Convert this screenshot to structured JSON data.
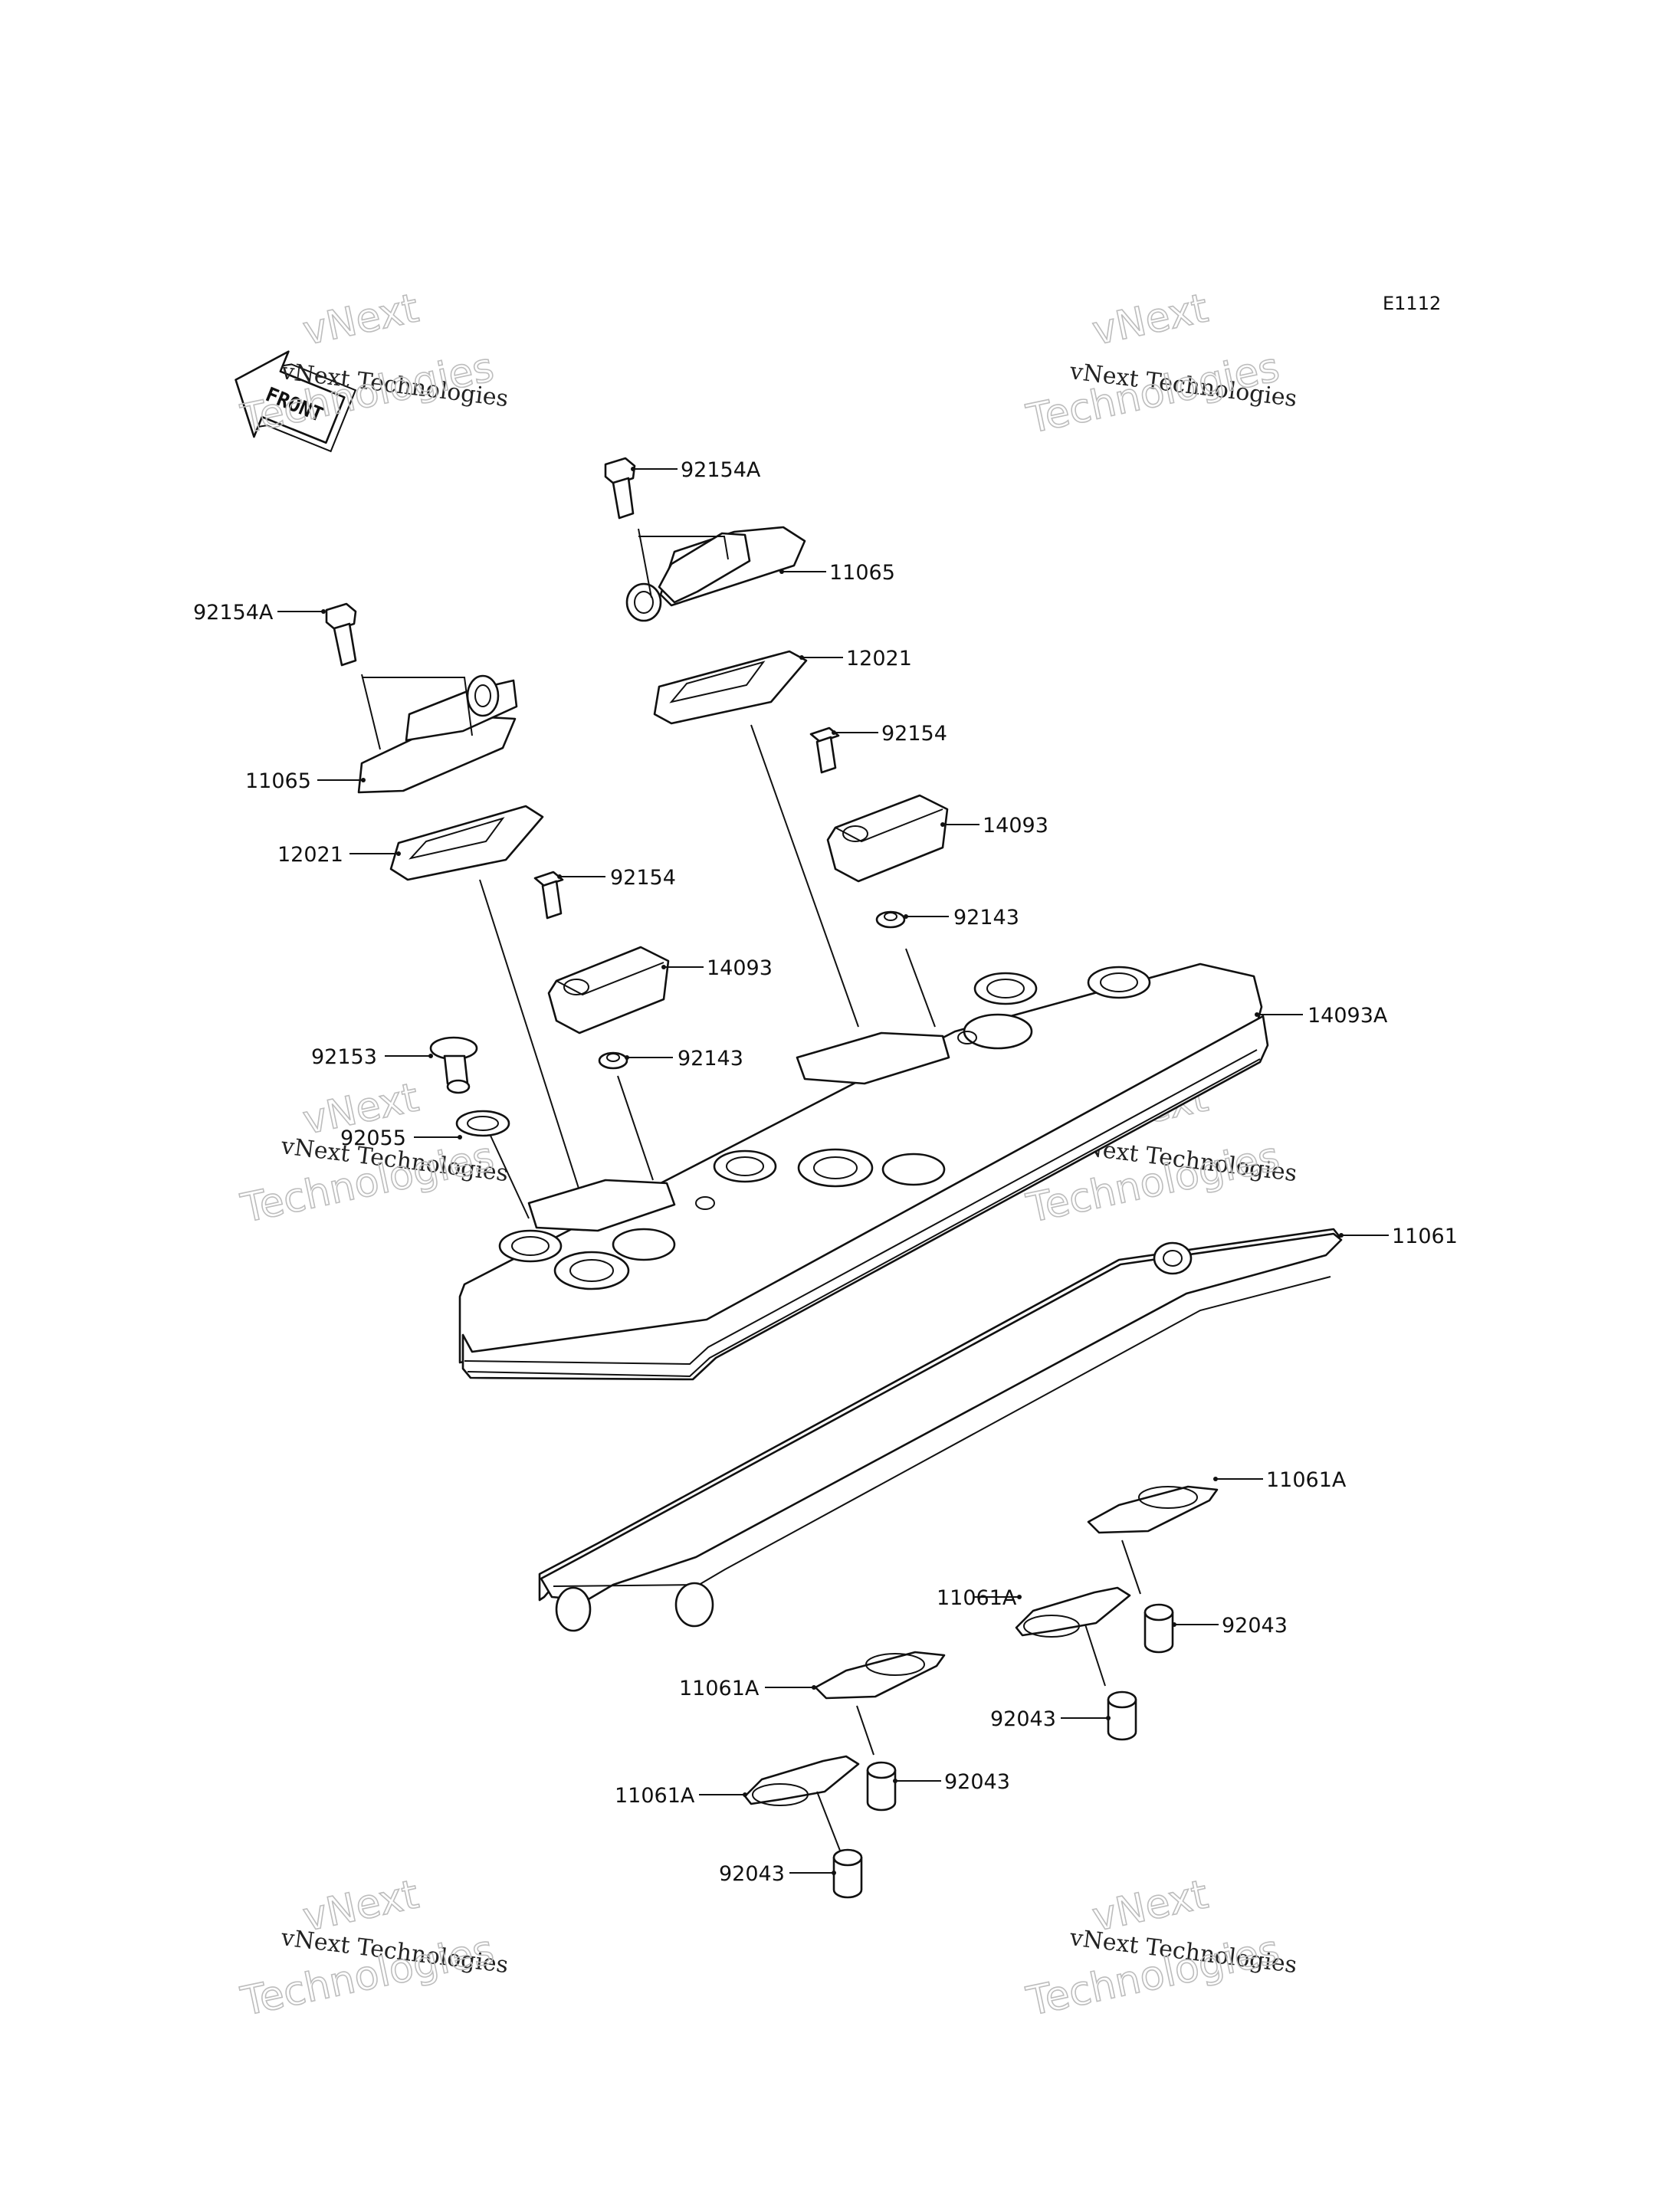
{
  "diagram_code": "E1112",
  "front_marker": "FRONT",
  "watermark": {
    "line1": "vNext",
    "line2": "vNext Technologies",
    "line3": "Technologies"
  },
  "labels": [
    {
      "id": "92154A-top",
      "text": "92154A"
    },
    {
      "id": "11065-top",
      "text": "11065"
    },
    {
      "id": "12021-top",
      "text": "12021"
    },
    {
      "id": "92154-top",
      "text": "92154"
    },
    {
      "id": "14093-top",
      "text": "14093"
    },
    {
      "id": "92143-top",
      "text": "92143"
    },
    {
      "id": "14093A",
      "text": "14093A"
    },
    {
      "id": "92154A-left",
      "text": "92154A"
    },
    {
      "id": "11065-left",
      "text": "11065"
    },
    {
      "id": "12021-left",
      "text": "12021"
    },
    {
      "id": "92154-left",
      "text": "92154"
    },
    {
      "id": "14093-left",
      "text": "14093"
    },
    {
      "id": "92153",
      "text": "92153"
    },
    {
      "id": "92143-left",
      "text": "92143"
    },
    {
      "id": "92055",
      "text": "92055"
    },
    {
      "id": "11061",
      "text": "11061"
    },
    {
      "id": "11061A-1",
      "text": "11061A"
    },
    {
      "id": "92043-1",
      "text": "92043"
    },
    {
      "id": "11061A-2",
      "text": "11061A"
    },
    {
      "id": "92043-2",
      "text": "92043"
    },
    {
      "id": "11061A-3",
      "text": "11061A"
    },
    {
      "id": "92043-3",
      "text": "92043"
    },
    {
      "id": "11061A-4",
      "text": "11061A"
    },
    {
      "id": "92043-4",
      "text": "92043"
    }
  ]
}
